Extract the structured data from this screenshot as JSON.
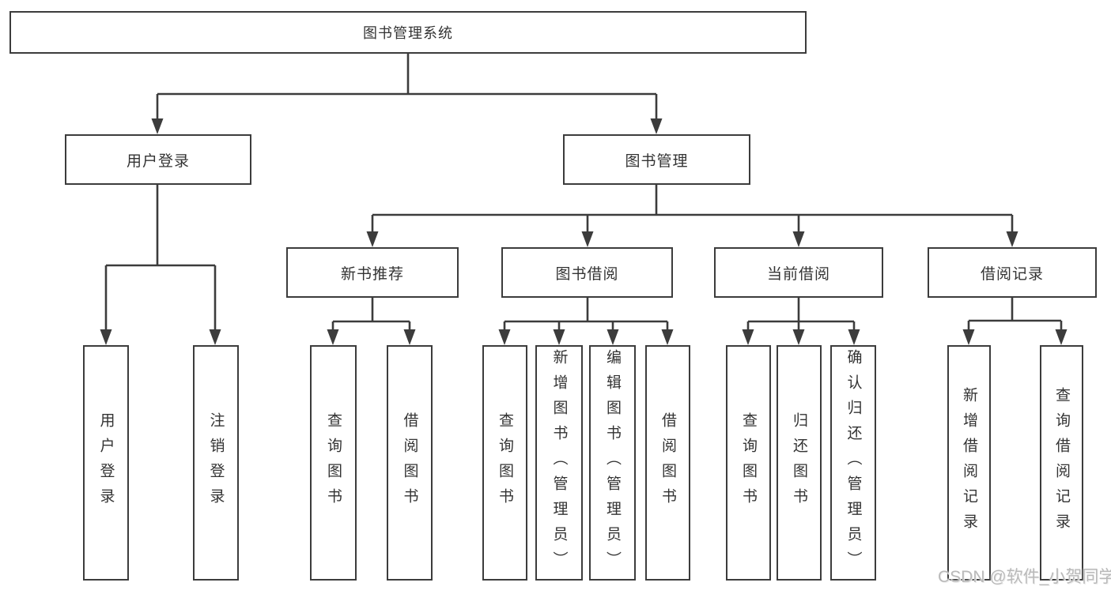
{
  "diagram": {
    "root": {
      "label": "图书管理系统"
    },
    "level2": [
      {
        "label": "用户登录"
      },
      {
        "label": "图书管理"
      }
    ],
    "level3": [
      {
        "label": "新书推荐"
      },
      {
        "label": "图书借阅"
      },
      {
        "label": "当前借阅"
      },
      {
        "label": "借阅记录"
      }
    ],
    "leaves": {
      "user_login": [
        "用户登录",
        "注销登录"
      ],
      "new_book_rec": [
        "查询图书",
        "借阅图书"
      ],
      "book_borrow": [
        "查询图书",
        "新增图书（管理员）",
        "编辑图书（管理员）",
        "借阅图书"
      ],
      "current_borrow": [
        "查询图书",
        "归还图书",
        "确认归还（管理员）"
      ],
      "borrow_record": [
        "新增借阅记录",
        "查询借阅记录"
      ]
    }
  },
  "watermark": "CSDN @软件_小贺同学",
  "colors": {
    "line": "#3c3c3c",
    "text": "#333333",
    "background": "#ffffff",
    "watermark": "#b9b9b9"
  }
}
